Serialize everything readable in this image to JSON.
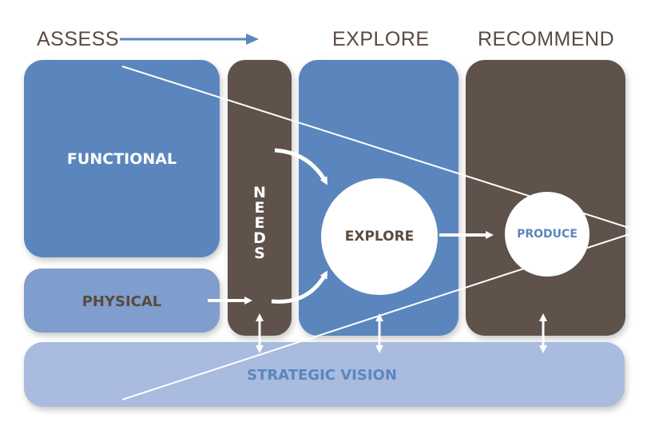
{
  "headers": {
    "assess": "ASSESS",
    "explore": "EXPLORE",
    "recommend": "RECOMMEND"
  },
  "blocks": {
    "functional": "FUNCTIONAL",
    "physical": "PHYSICAL",
    "needs": [
      "N",
      "E",
      "E",
      "D",
      "S"
    ],
    "explore_circle": "EXPLORE",
    "produce_circle": "PRODUCE",
    "strategic_vision": "STRATEGIC VISION"
  },
  "colors": {
    "blue_dark": "#5b86bd",
    "blue_mid": "#7f9dcd",
    "blue_light": "#a9bbdf",
    "brown": "#5f524a",
    "header_text": "#5a4a42",
    "label_dark": "#5a4a42",
    "label_blue": "#5b86bd"
  }
}
